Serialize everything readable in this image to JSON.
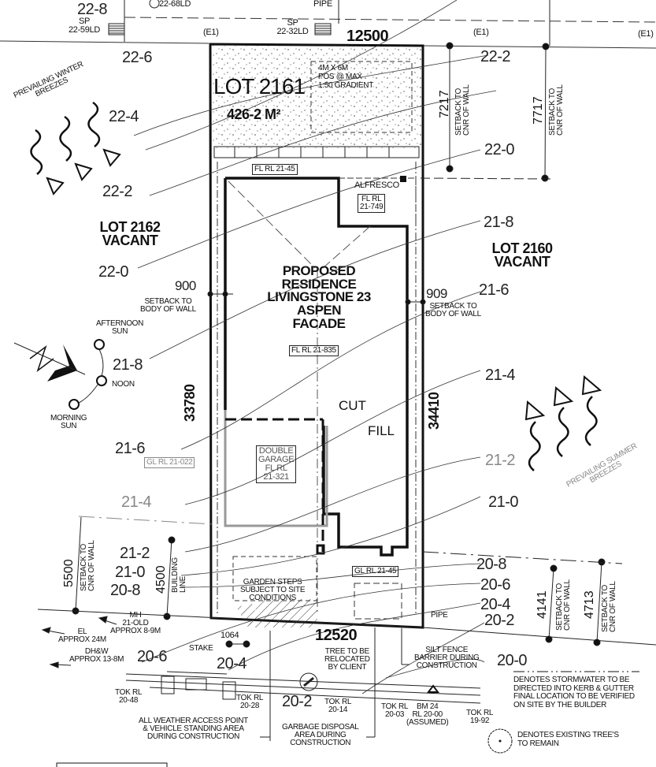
{
  "lot": {
    "title": "LOT 2161",
    "area": "426-2 M²",
    "frontage_top": "12500",
    "frontage_bottom": "12520",
    "depth_left": "33780",
    "depth_right": "34410",
    "pos_note": [
      "4M X 6M",
      "POS @ MAX",
      "1:50 GRADIENT"
    ],
    "rl_top_pavers": "FL RL 21-45"
  },
  "neighbours": {
    "left": {
      "title": "LOT 2162",
      "status": "VACANT"
    },
    "right": {
      "title": "LOT 2160",
      "status": "VACANT"
    }
  },
  "residence": {
    "lines": [
      "PROPOSED",
      "RESIDENCE",
      "LIVINGSTONE 23",
      "ASPEN",
      "FACADE"
    ],
    "floor_rl": "FL RL 21-835",
    "alfresco": "ALFRESCO",
    "alfresco_rl": [
      "FL RL",
      "21-749"
    ],
    "garage": [
      "DOUBLE",
      "GARAGE",
      "FL RL",
      "21-321"
    ],
    "garage_gl": "GL RL 21-022",
    "porch_gl": "GL RL 21-45",
    "cut": "CUT",
    "fill": "FILL"
  },
  "setbacks": {
    "left_side": {
      "value": "900",
      "label": [
        "SETBACK TO",
        "BODY OF WALL"
      ]
    },
    "right_side": {
      "value": "909",
      "label": [
        "SETBACK TO",
        "BODY OF WALL"
      ]
    },
    "rear_1": {
      "value": "7217",
      "label": [
        "SETBACK TO",
        "CNR OF WALL"
      ]
    },
    "rear_2": {
      "value": "7717",
      "label": [
        "SETBACK TO",
        "CNR OF WALL"
      ]
    },
    "front_left": {
      "value": "5500",
      "label": [
        "SETBACK TO",
        "CNR OF WALL"
      ]
    },
    "building_line": {
      "value": "4500",
      "label": [
        "BUILDING",
        "LINE"
      ]
    },
    "front_right_1": {
      "value": "4141",
      "label": [
        "SETBACK TO",
        "CNR OF WALL"
      ]
    },
    "front_right_2": {
      "value": "4713",
      "label": [
        "SETBACK TO",
        "CNR OF WALL"
      ]
    },
    "stake_offset": "1064"
  },
  "contours_left": [
    "22-6",
    "22-4",
    "22-2",
    "22-0",
    "21-8",
    "21-6",
    "21-4",
    "21-2",
    "21-0",
    "20-8",
    "20-6",
    "20-4",
    "20-2"
  ],
  "contours_right": [
    "22-2",
    "22-0",
    "21-8",
    "21-6",
    "21-4",
    "21-2",
    "21-0",
    "20-8",
    "20-6",
    "20-4",
    "20-2",
    "20-0"
  ],
  "top_strip": {
    "level_top": "22-8",
    "sp_left": [
      "SP",
      "22-59LD"
    ],
    "sp_mid": [
      "SP",
      "22-32LD"
    ],
    "manhole": "22-68LD",
    "pipe": "PIPE",
    "easement": "(E1)"
  },
  "orientation": {
    "winter": [
      "PREVAILING WINTER",
      "BREEZES"
    ],
    "summer": [
      "PREVAILING SUMMER",
      "BREEZES"
    ],
    "afternoon": [
      "AFTERNOON",
      "SUN"
    ],
    "noon": "NOON",
    "morning": [
      "MORNING",
      "SUN"
    ]
  },
  "street": {
    "mh": [
      "MH",
      "21-OLD",
      "APPROX 8-9M"
    ],
    "el": [
      "EL",
      "APPROX 24M"
    ],
    "dhw": [
      "DH&W",
      "APPROX 13-8M"
    ],
    "stake": "STAKE",
    "pipe": "PIPE",
    "tok_1": [
      "TOK RL",
      "20-48"
    ],
    "tok_2": [
      "TOK RL",
      "20-28"
    ],
    "tok_3": [
      "TOK RL",
      "20-14"
    ],
    "tok_4": [
      "TOK RL",
      "20-03"
    ],
    "bm": [
      "BM 24",
      "RL 20-00",
      "(ASSUMED)"
    ],
    "tok_5": [
      "TOK RL",
      "19-92"
    ],
    "access_note": [
      "ALL WEATHER ACCESS POINT",
      "& VEHICLE STANDING AREA",
      "DURING CONSTRUCTION"
    ],
    "garbage_note": [
      "GARBAGE DISPOSAL",
      "AREA DURING",
      "CONSTRUCTION"
    ],
    "tree_note": [
      "TREE TO BE",
      "RELOCATED",
      "BY CLIENT"
    ],
    "silt_note": [
      "SILT FENCE",
      "BARRIER DURING",
      "CONSTRUCTION"
    ],
    "garden_note": [
      "GARDEN STEPS",
      "SUBJECT TO SITE",
      "CONDITIONS"
    ]
  },
  "legend": {
    "stormwater": [
      "DENOTES STORMWATER TO BE",
      "DIRECTED INTO KERB & GUTTER",
      "FINAL LOCATION TO BE VERIFIED",
      "ON SITE BY THE BUILDER"
    ],
    "trees": [
      "DENOTES EXISTING TREE'S",
      "TO REMAIN"
    ]
  }
}
